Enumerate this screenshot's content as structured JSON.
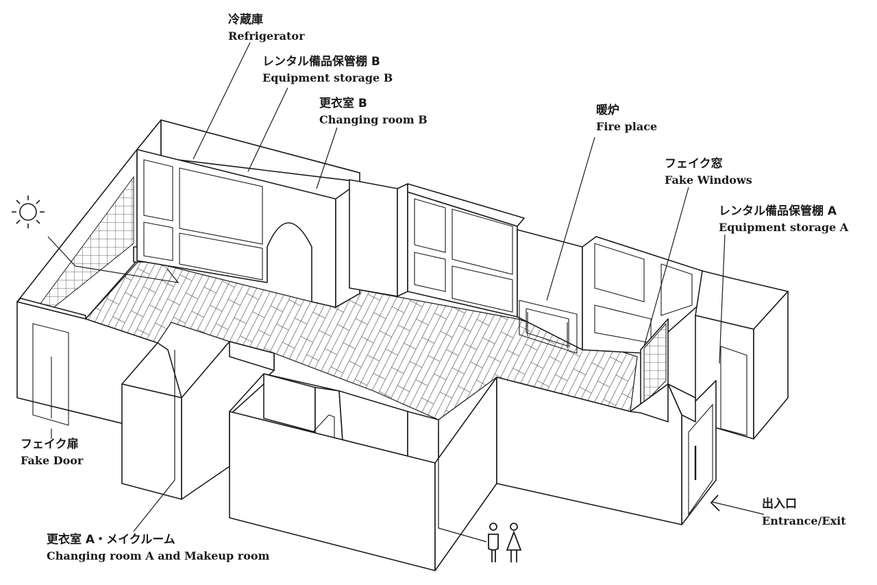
{
  "labels": {
    "refrigerator": {
      "jp": "冷蔵庫",
      "en": "Refrigerator"
    },
    "equipment_storage_b": {
      "jp": "レンタル備品保管棚 B",
      "en": "Equipment storage B"
    },
    "changing_room_b": {
      "jp": "更衣室 B",
      "en": "Changing room B"
    },
    "fire_place": {
      "jp": "暖炉",
      "en": "Fire place"
    },
    "fake_windows": {
      "jp": "フェイク窓",
      "en": "Fake Windows"
    },
    "equipment_storage_a": {
      "jp": "レンタル備品保管棚 A",
      "en": "Equipment storage A"
    },
    "fake_door": {
      "jp": "フェイク扉",
      "en": "Fake Door"
    },
    "changing_room_a": {
      "jp": "更衣室 A・メイクルーム",
      "en": "Changing room A and Makeup room"
    },
    "entrance_exit": {
      "jp": "出入口",
      "en": "Entrance/Exit"
    }
  },
  "icons": [
    "sun-icon",
    "restroom-icon",
    "entrance-arrow-icon"
  ],
  "colors": {
    "line": "#1a1a1a",
    "background": "#ffffff"
  }
}
